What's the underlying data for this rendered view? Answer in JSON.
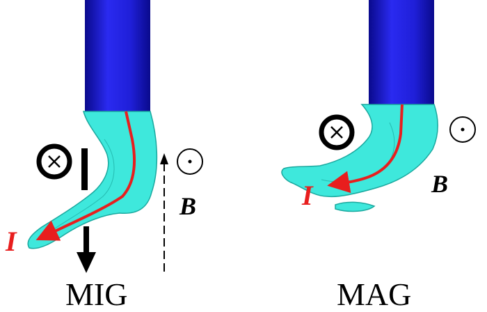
{
  "panels": {
    "mig": {
      "caption": "MIG",
      "current_label": "I",
      "field_label": "B"
    },
    "mag": {
      "caption": "MAG",
      "current_label": "I",
      "field_label": "B"
    }
  },
  "colors": {
    "electrode": "#1f1fd8",
    "electrode_dark": "#0a0a8c",
    "arc_fill": "#3ee8dc",
    "arc_edge": "#1aa89e",
    "current": "#e81e1e",
    "ink": "#000000"
  },
  "icons": [
    "into-page-symbol-icon",
    "out-of-page-symbol-icon",
    "force-arrow-icon",
    "field-arrow-icon"
  ]
}
